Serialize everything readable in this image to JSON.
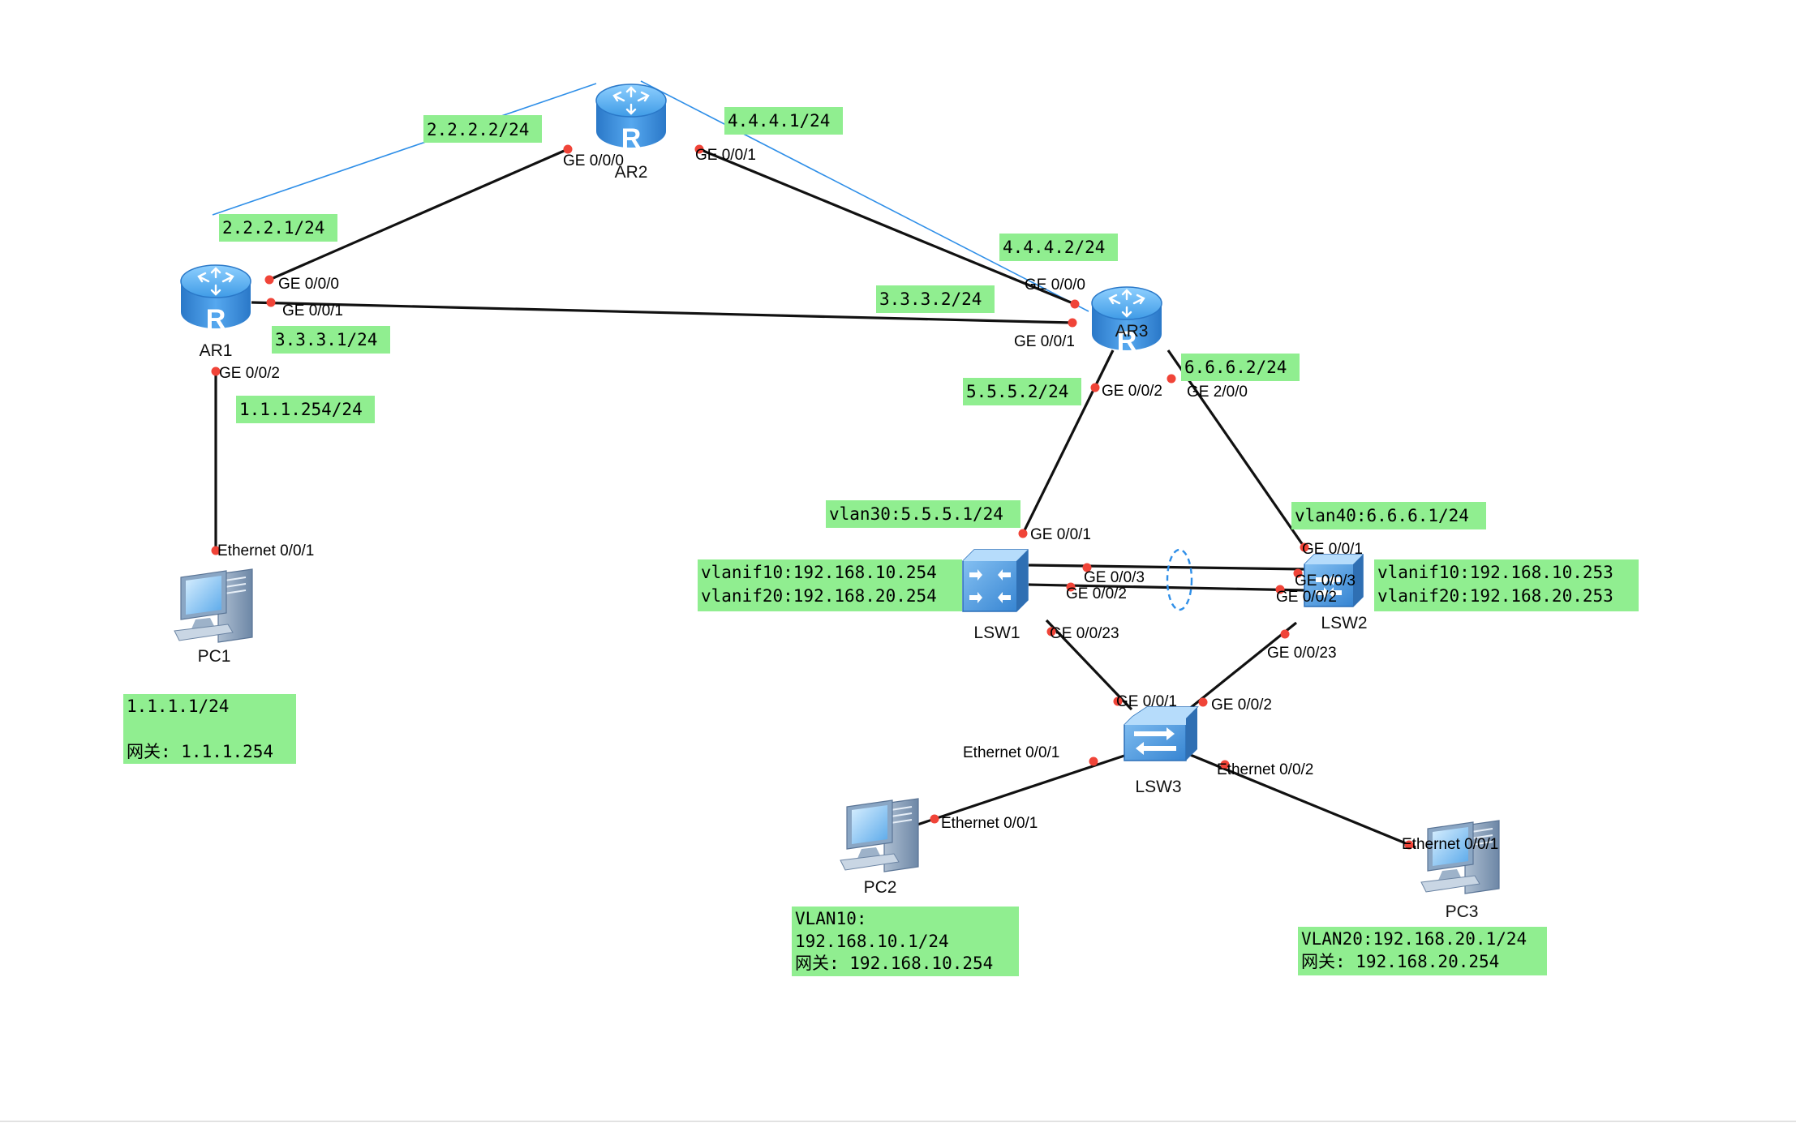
{
  "devices": {
    "ar1": "AR1",
    "ar2": "AR2",
    "ar3": "AR3",
    "lsw1": "LSW1",
    "lsw2": "LSW2",
    "lsw3": "LSW3",
    "pc1": "PC1",
    "pc2": "PC2",
    "pc3": "PC3"
  },
  "ports": {
    "ar1_ge000": "GE 0/0/0",
    "ar1_ge001": "GE 0/0/1",
    "ar1_ge002": "GE 0/0/2",
    "ar2_ge000": "GE 0/0/0",
    "ar2_ge001": "GE 0/0/1",
    "ar3_ge000": "GE 0/0/0",
    "ar3_ge001": "GE 0/0/1",
    "ar3_ge002": "GE 0/0/2",
    "ar3_ge200": "GE 2/0/0",
    "lsw1_ge001": "GE 0/0/1",
    "lsw1_ge003": "GE 0/0/3",
    "lsw1_ge002": "GE 0/0/2",
    "lsw1_ge0023": "GE 0/0/23",
    "lsw2_ge001": "GE 0/0/1",
    "lsw2_ge003": "GE 0/0/3",
    "lsw2_ge002": "GE 0/0/2",
    "lsw2_ge0023": "GE 0/0/23",
    "lsw3_ge001": "GE 0/0/1",
    "lsw3_ge002": "GE 0/0/2",
    "lsw3_eth001": "Ethernet 0/0/1",
    "lsw3_eth002": "Ethernet 0/0/2",
    "pc1_eth001": "Ethernet 0/0/1",
    "pc2_eth001": "Ethernet 0/0/1",
    "pc3_eth001": "Ethernet 0/0/1"
  },
  "notes": {
    "ar2_left": "2.2.2.2/24",
    "ar2_right": "4.4.4.1/24",
    "ar1_top": "2.2.2.1/24",
    "ar3_top": "4.4.4.2/24",
    "ar3_left": "3.3.3.2/24",
    "ar1_mid": "3.3.3.1/24",
    "ar1_bottom": "1.1.1.254/24",
    "ar3_lsw1": "5.5.5.2/24",
    "ar3_lsw2": "6.6.6.2/24",
    "lsw1_vlan30": "vlan30:5.5.5.1/24",
    "lsw2_vlan40": "vlan40:6.6.6.1/24",
    "lsw1_vlanif10": "vlanif10:192.168.10.254",
    "lsw1_vlanif20": "vlanif20:192.168.20.254",
    "lsw2_vlanif10": "vlanif10:192.168.10.253",
    "lsw2_vlanif20": "vlanif20:192.168.20.253",
    "pc1_ip": "1.1.1.1/24",
    "pc1_gw": "网关: 1.1.1.254",
    "pc2_vlan": "VLAN10:",
    "pc2_ip": "192.168.10.1/24",
    "pc2_gw": "网关: 192.168.10.254",
    "pc3_ip": "VLAN20:192.168.20.1/24",
    "pc3_gw": "网关: 192.168.20.254"
  },
  "colors": {
    "note_background": "#90ee90",
    "link": "#111111",
    "port_dot": "#f04438",
    "mark_line": "#2f8fe8",
    "router_blue": "#2b7fd0",
    "switch_blue": "#3a86d4"
  },
  "icons": {
    "router": "router-icon",
    "l3_switch": "layer3-switch-icon",
    "l2_switch": "layer2-switch-icon",
    "pc": "pc-icon"
  }
}
